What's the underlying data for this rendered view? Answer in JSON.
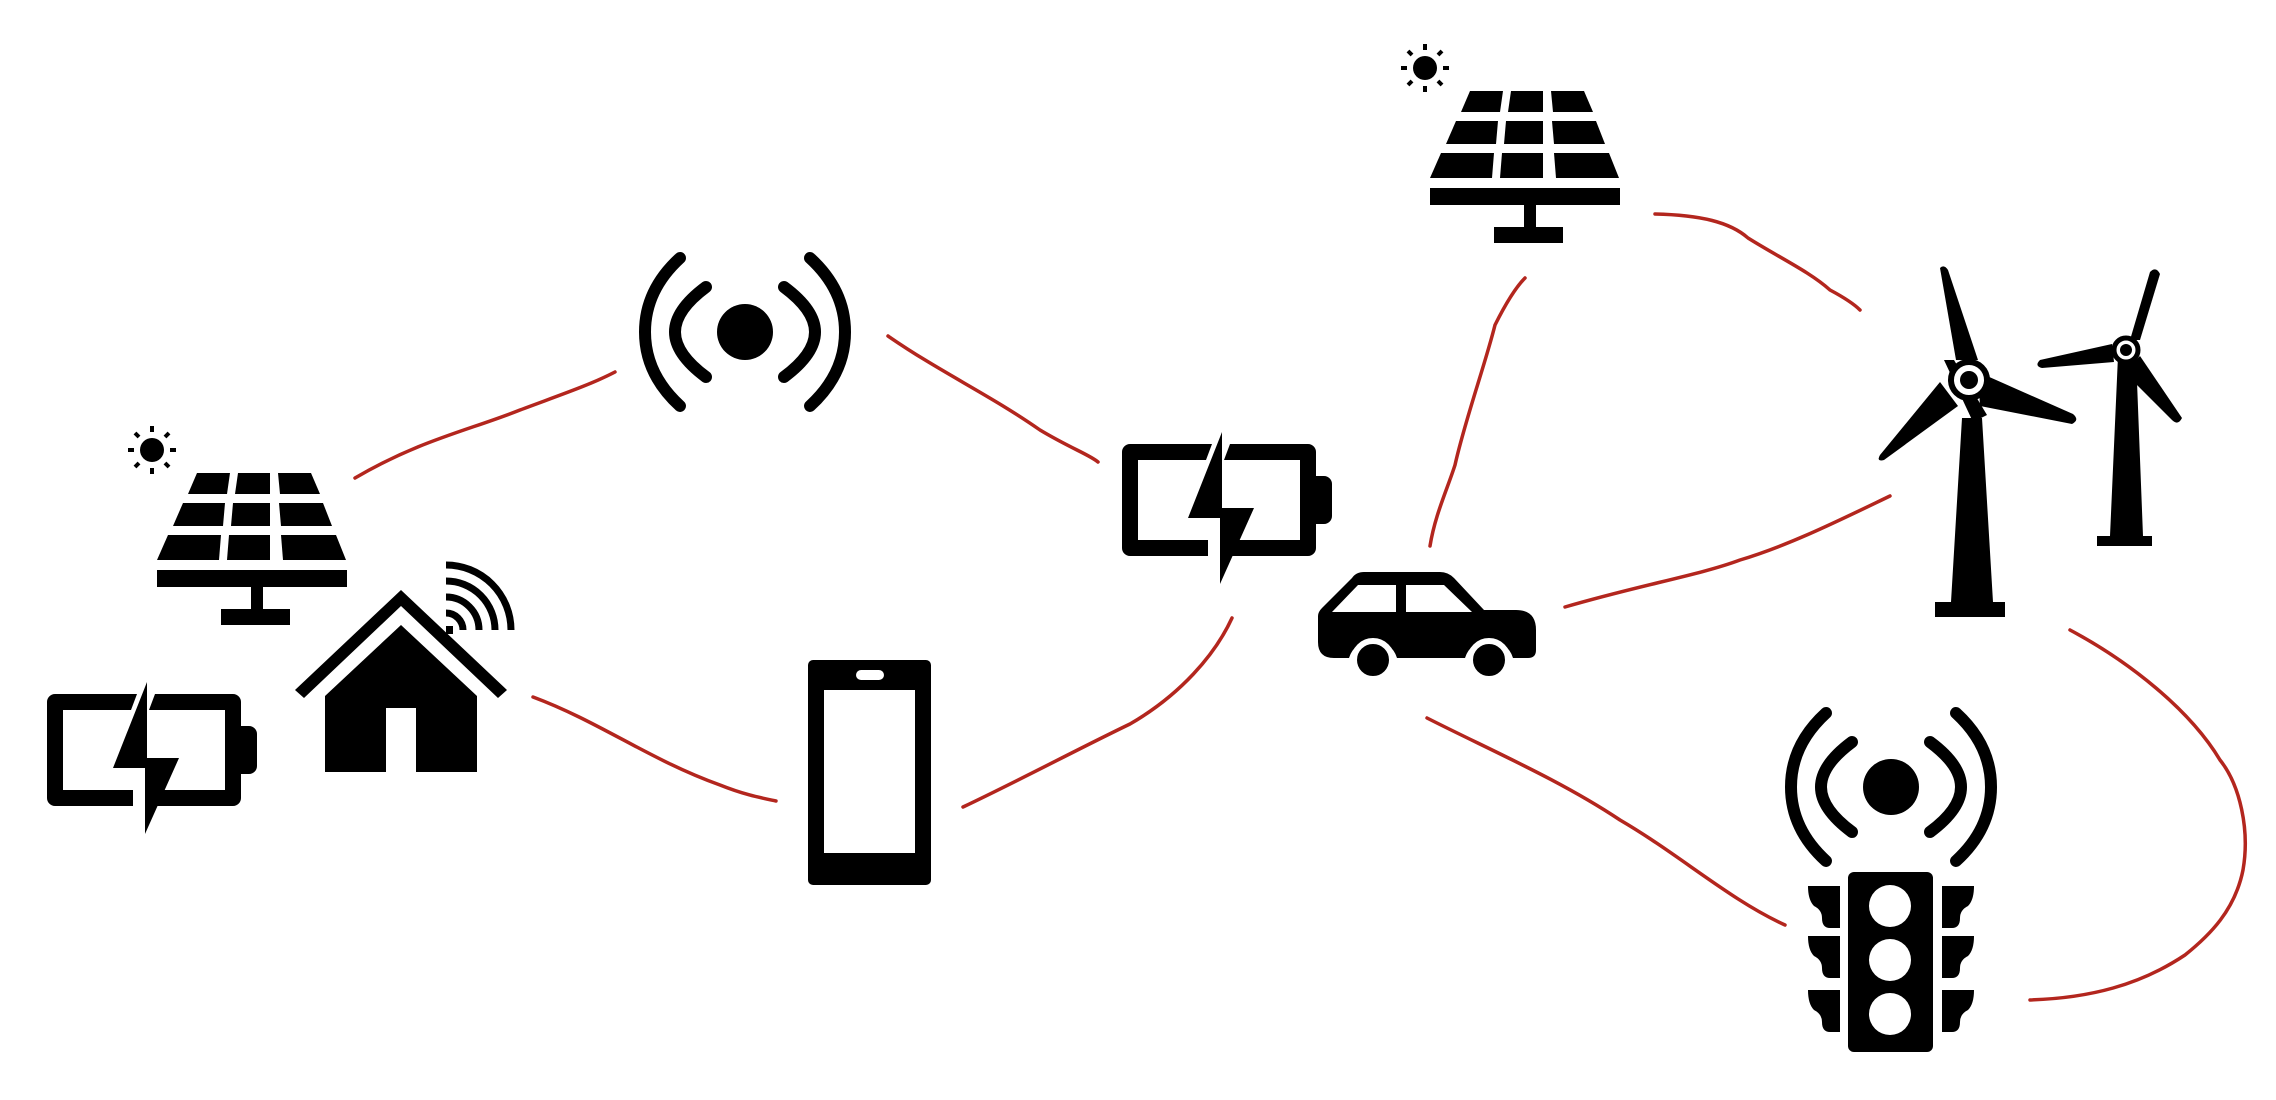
{
  "colors": {
    "icon": "#000000",
    "link": "#b3261e",
    "background": "#ffffff"
  },
  "nodes": [
    {
      "id": "solar-left",
      "icon": "solar-panel-sun-icon"
    },
    {
      "id": "home-wifi",
      "icon": "smart-home-wifi-icon"
    },
    {
      "id": "battery-left",
      "icon": "battery-charging-icon"
    },
    {
      "id": "signal-top",
      "icon": "wireless-signal-icon"
    },
    {
      "id": "smartphone",
      "icon": "smartphone-icon"
    },
    {
      "id": "battery-center",
      "icon": "battery-charging-icon"
    },
    {
      "id": "car",
      "icon": "electric-car-icon"
    },
    {
      "id": "solar-top",
      "icon": "solar-panel-sun-icon"
    },
    {
      "id": "wind",
      "icon": "wind-turbine-icon"
    },
    {
      "id": "traffic-signal",
      "icon": "wireless-signal-icon"
    },
    {
      "id": "traffic-light",
      "icon": "traffic-light-icon"
    }
  ],
  "links": [
    {
      "from": "solar-left",
      "to": "signal-top"
    },
    {
      "from": "signal-top",
      "to": "battery-center"
    },
    {
      "from": "home-wifi",
      "to": "smartphone"
    },
    {
      "from": "smartphone",
      "to": "battery-center"
    },
    {
      "from": "car",
      "to": "solar-top"
    },
    {
      "from": "solar-top",
      "to": "wind"
    },
    {
      "from": "car",
      "to": "wind"
    },
    {
      "from": "car",
      "to": "traffic-light"
    },
    {
      "from": "wind",
      "to": "traffic-light"
    }
  ]
}
